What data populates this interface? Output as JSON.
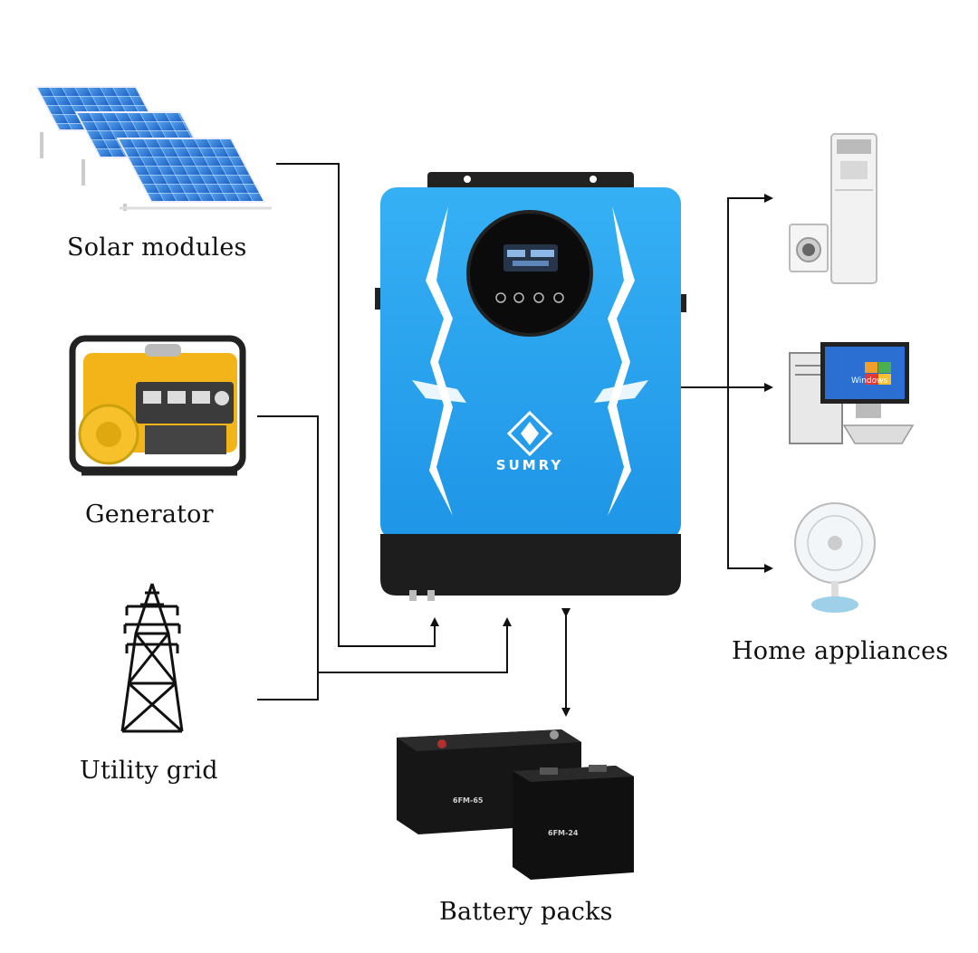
{
  "labels": {
    "solar": "Solar modules",
    "generator": "Generator",
    "utility": "Utility grid",
    "battery": "Battery packs",
    "home": "Home appliances"
  },
  "inverter": {
    "brand": "SUMRY",
    "body_color": "#2aa7f2",
    "base_color": "#1d1d1d"
  },
  "batteries": {
    "large_model": "6FM-65",
    "small_model": "6FM-24"
  },
  "monitor": {
    "screen_text": "Windows"
  },
  "colors": {
    "line": "#111111",
    "panel": "#1f6fd1"
  }
}
